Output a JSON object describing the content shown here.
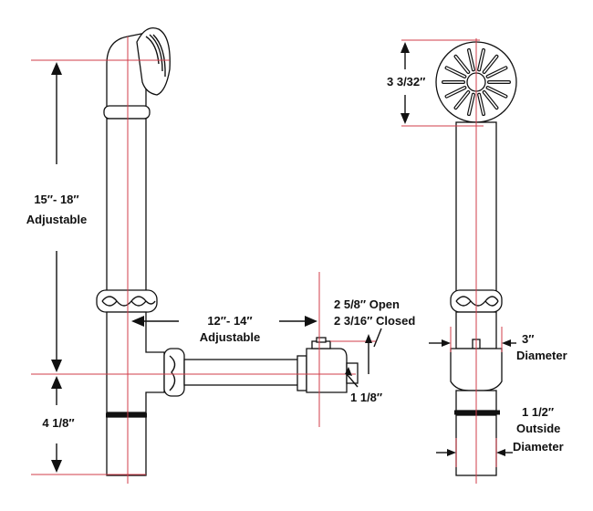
{
  "diagram": {
    "labels": {
      "riser_height": "15″- 18″",
      "riser_adjustable": "Adjustable",
      "bottom_height": "4 1/8″",
      "horizontal_length": "12″- 14″",
      "horizontal_adjustable": "Adjustable",
      "overflow_open": "2 5/8″ Open",
      "overflow_closed": "2 3/16″ Closed",
      "drain_size": "1 1/8″",
      "plate_diameter": "3 3/32″",
      "shoe_diameter": "3″",
      "shoe_diameter_word": "Diameter",
      "tail_size": "1 1/2″",
      "tail_outside": "Outside",
      "tail_diameter": "Diameter"
    },
    "colors": {
      "line": "#111111",
      "centerline": "#d23c4a",
      "background": "#ffffff"
    }
  }
}
